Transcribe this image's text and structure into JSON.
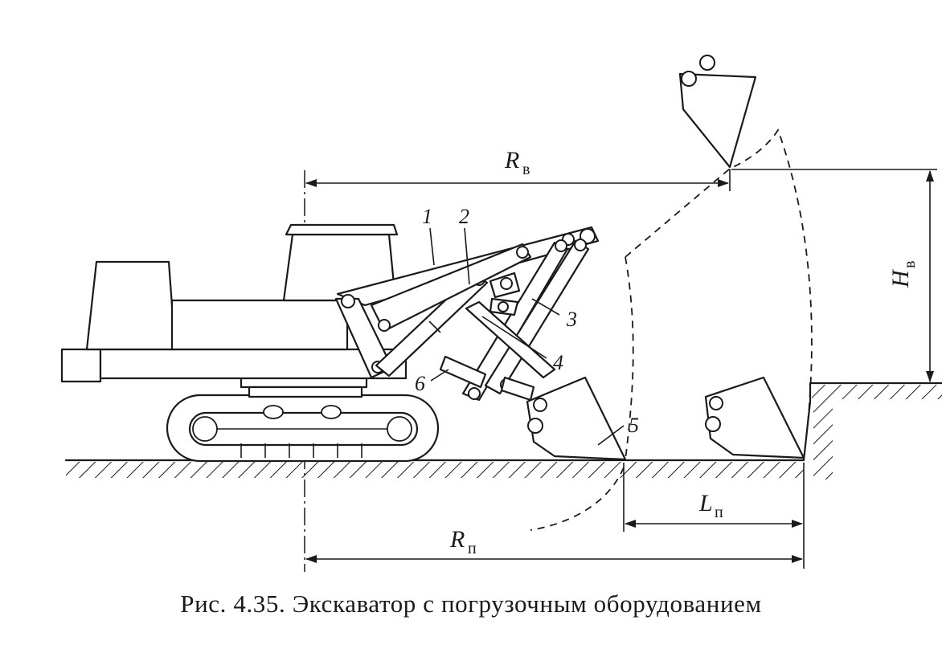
{
  "figure": {
    "caption": "Рис. 4.35. Экскаватор с погрузочным оборудованием",
    "dimensions": {
      "r_v": {
        "main": "R",
        "sub": "в"
      },
      "h_v": {
        "main": "H",
        "sub": "в"
      },
      "l_p": {
        "main": "L",
        "sub": "п"
      },
      "r_p": {
        "main": "R",
        "sub": "п"
      }
    },
    "callouts": [
      "1",
      "2",
      "3",
      "4",
      "5",
      "6"
    ]
  }
}
